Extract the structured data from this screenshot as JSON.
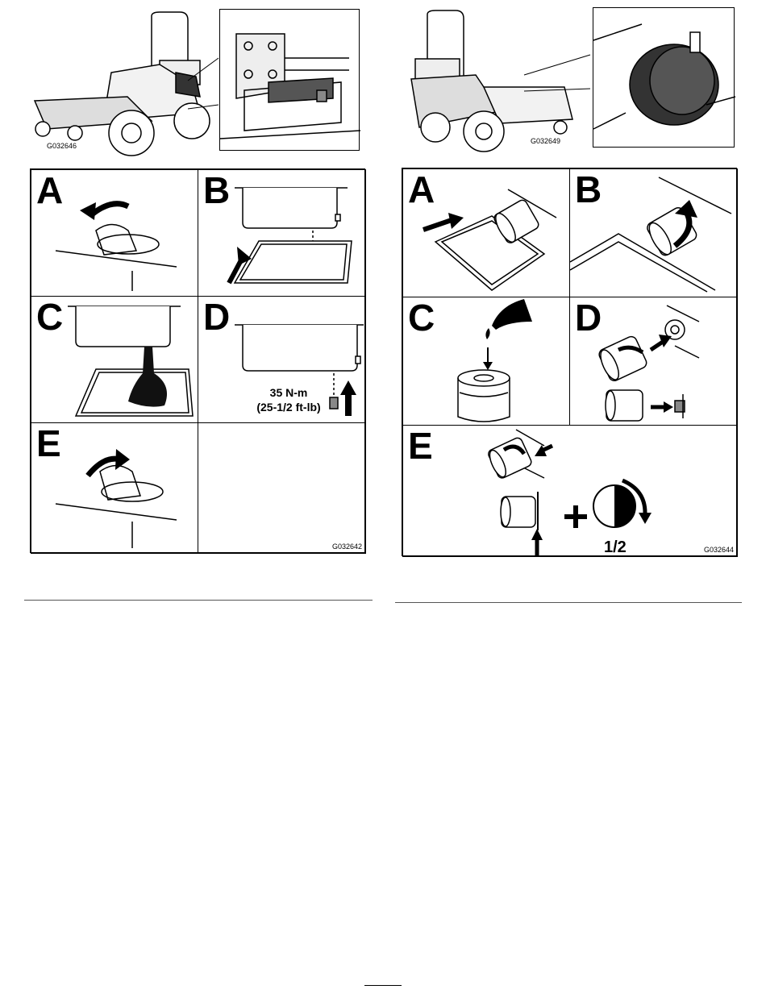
{
  "figure_left_overview": {
    "code": "G032646"
  },
  "figure_right_overview": {
    "code": "G032649"
  },
  "figure_oil_drain": {
    "code": "G032642",
    "panels": [
      "A",
      "B",
      "C",
      "D",
      "E"
    ],
    "torque_line1": "35 N-m",
    "torque_line2": "(25-1/2 ft-lb)"
  },
  "figure_oil_filter": {
    "code": "G032644",
    "panels": [
      "A",
      "B",
      "C",
      "D",
      "E"
    ],
    "turn_label": "1/2"
  }
}
